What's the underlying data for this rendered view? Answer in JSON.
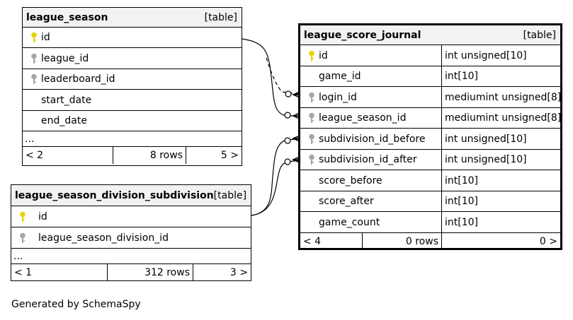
{
  "tables": {
    "league_season": {
      "name": "league_season",
      "kind": "[table]",
      "columns": [
        {
          "name": "id",
          "key": "primary"
        },
        {
          "name": "league_id",
          "key": "foreign"
        },
        {
          "name": "leaderboard_id",
          "key": "foreign"
        },
        {
          "name": "start_date",
          "key": "none"
        },
        {
          "name": "end_date",
          "key": "none"
        }
      ],
      "ellipsis": "...",
      "footer": {
        "prev": "< 2",
        "rows": "8 rows",
        "next": "5 >"
      }
    },
    "league_season_division_subdivision": {
      "name": "league_season_division_subdivision",
      "kind": "[table]",
      "columns": [
        {
          "name": "id",
          "key": "primary"
        },
        {
          "name": "league_season_division_id",
          "key": "foreign"
        }
      ],
      "ellipsis": "...",
      "footer": {
        "prev": "< 1",
        "rows": "312 rows",
        "next": "3 >"
      }
    },
    "league_score_journal": {
      "name": "league_score_journal",
      "kind": "[table]",
      "columns": [
        {
          "name": "id",
          "type": "int unsigned[10]",
          "key": "primary"
        },
        {
          "name": "game_id",
          "type": "int[10]",
          "key": "none"
        },
        {
          "name": "login_id",
          "type": "mediumint unsigned[8]",
          "key": "foreign"
        },
        {
          "name": "league_season_id",
          "type": "mediumint unsigned[8]",
          "key": "foreign"
        },
        {
          "name": "subdivision_id_before",
          "type": "int unsigned[10]",
          "key": "foreign"
        },
        {
          "name": "subdivision_id_after",
          "type": "int unsigned[10]",
          "key": "foreign"
        },
        {
          "name": "score_before",
          "type": "int[10]",
          "key": "none"
        },
        {
          "name": "score_after",
          "type": "int[10]",
          "key": "none"
        },
        {
          "name": "game_count",
          "type": "int[10]",
          "key": "none"
        }
      ],
      "footer": {
        "prev": "< 4",
        "rows": "0 rows",
        "next": "0 >"
      }
    }
  },
  "generated_by": "Generated by SchemaSpy",
  "colors": {
    "primary_key": "#e6d400",
    "foreign_key": "#a6a6a6",
    "header_bg": "#f2f2f2"
  },
  "icons": {
    "primary": "key-icon",
    "foreign": "key-icon"
  }
}
